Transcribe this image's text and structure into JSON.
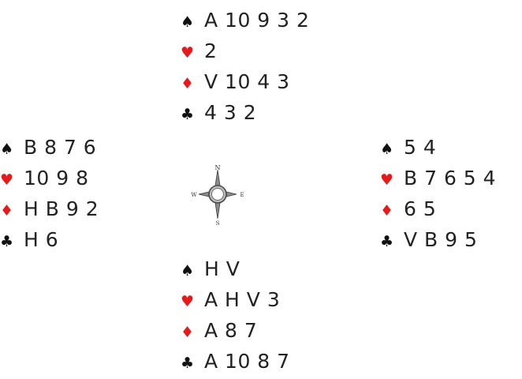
{
  "colors": {
    "black_suit": "#111111",
    "red_suit": "#e61a1a"
  },
  "suits": {
    "spades": "♠",
    "hearts": "♥",
    "diamonds": "♦",
    "clubs": "♣"
  },
  "north": {
    "spades": "A 10 9 3 2",
    "hearts": "2",
    "diamonds": "V 10 4 3",
    "clubs": "4 3 2"
  },
  "west": {
    "spades": "B 8 7 6",
    "hearts": "10 9 8",
    "diamonds": "H B 9 2",
    "clubs": "H 6"
  },
  "east": {
    "spades": "5 4",
    "hearts": "B 7 6 5 4",
    "diamonds": "6 5",
    "clubs": "V B 9 5"
  },
  "south": {
    "spades": "H V",
    "hearts": "A H V 3",
    "diamonds": "A 8 7",
    "clubs": "A 10 8 7"
  },
  "compass": {
    "n": "N",
    "s": "S",
    "w": "W",
    "e": "E"
  }
}
